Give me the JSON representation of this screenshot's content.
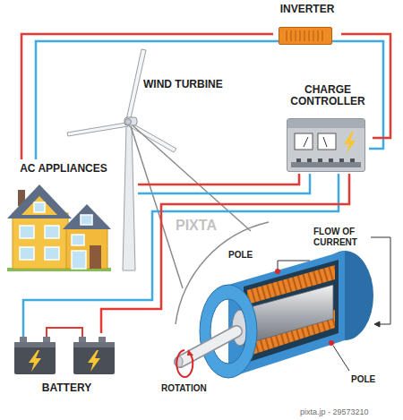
{
  "diagram": {
    "nodes": [
      {
        "text": [
          "INVERTER"
        ]
      },
      {
        "text": [
          "WIND TURBINE"
        ]
      },
      {
        "text": [
          "CHARGE CONTROLLER"
        ]
      },
      {
        "text": [
          "AC APPLIANCES"
        ]
      },
      {
        "text": [
          "BATTERY"
        ]
      }
    ],
    "edges": [
      {
        "from": 0,
        "to": 3,
        "arrow": "none"
      },
      {
        "from": 1,
        "to": 2,
        "arrow": "none"
      },
      {
        "from": 2,
        "to": 4,
        "arrow": "none"
      },
      {
        "from": 2,
        "to": 0,
        "arrow": "none"
      }
    ],
    "labels": [
      "POLE",
      "FLOW OF CURRENT",
      "POLE",
      "ROTATION",
      "PIXTA",
      "pixta.jp - 29573210"
    ]
  }
}
